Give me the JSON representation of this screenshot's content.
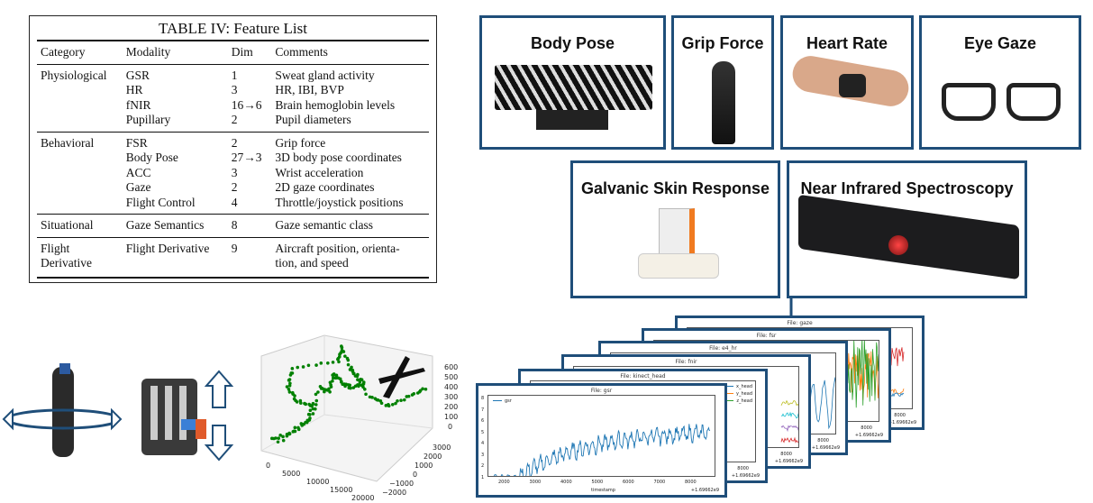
{
  "table": {
    "title": "TABLE IV: Feature List",
    "headers": [
      "Category",
      "Modality",
      "Dim",
      "Comments"
    ],
    "groups": [
      {
        "category": "Physiological",
        "rows": [
          [
            "GSR",
            "1",
            "Sweat gland activity"
          ],
          [
            "HR",
            "3",
            "HR, IBI, BVP"
          ],
          [
            "fNIR",
            "16→6",
            "Brain hemoglobin levels"
          ],
          [
            "Pupillary",
            "2",
            "Pupil diameters"
          ]
        ]
      },
      {
        "category": "Behavioral",
        "rows": [
          [
            "FSR",
            "2",
            "Grip force"
          ],
          [
            "Body Pose",
            "27→3",
            "3D body pose coordinates"
          ],
          [
            "ACC",
            "3",
            "Wrist acceleration"
          ],
          [
            "Gaze",
            "2",
            "2D gaze coordinates"
          ],
          [
            "Flight Control",
            "4",
            "Throttle/joystick positions"
          ]
        ]
      },
      {
        "category": "Situational",
        "rows": [
          [
            "Gaze Semantics",
            "8",
            "Gaze semantic class"
          ]
        ]
      },
      {
        "category_line1": "Flight",
        "category_line2": "Derivative",
        "rows": [
          [
            "Flight Derivative",
            "9",
            "Aircraft position, orienta-"
          ]
        ],
        "extra": "tion, and speed"
      }
    ]
  },
  "sensors": {
    "body_pose": "Body Pose",
    "grip_force": "Grip Force",
    "heart_rate": "Heart Rate",
    "eye_gaze": "Eye Gaze",
    "gsr": "Galvanic Skin Response",
    "nirs": "Near Infrared Spectroscopy"
  },
  "plot3d": {
    "z_ticks": [
      "600",
      "500",
      "400",
      "300",
      "200",
      "100",
      "0"
    ],
    "x_ticks": [
      "0",
      "5000",
      "10000",
      "15000",
      "20000"
    ],
    "y_ticks": [
      "3000",
      "2000",
      "1000",
      "0",
      "−1000",
      "−2000"
    ],
    "color": "#008000"
  },
  "files": {
    "gaze": "File: gaze",
    "fsr": "File: fsr",
    "e4_hr": "File: e4_hr",
    "fnir": "File: fnir",
    "kinect": "File: kinect_head",
    "gsr": "File: gsr",
    "offset": "+1.69662e9",
    "x_tick_back": "8000",
    "kinect_legend": [
      "x_head",
      "y_head",
      "z_head"
    ],
    "gsr_legend": "gsr",
    "gsr_xlabel": "timestamp",
    "gsr_xticks": [
      "2000",
      "3000",
      "4000",
      "5000",
      "6000",
      "7000",
      "8000"
    ],
    "gsr_yticks": [
      "8",
      "7",
      "6",
      "5",
      "4",
      "3",
      "2",
      "1"
    ],
    "colors": {
      "frame": "#1f4e79",
      "blue": "#1f77b4",
      "orange": "#ff7f0e",
      "green": "#2ca02c",
      "red": "#d62728"
    }
  }
}
